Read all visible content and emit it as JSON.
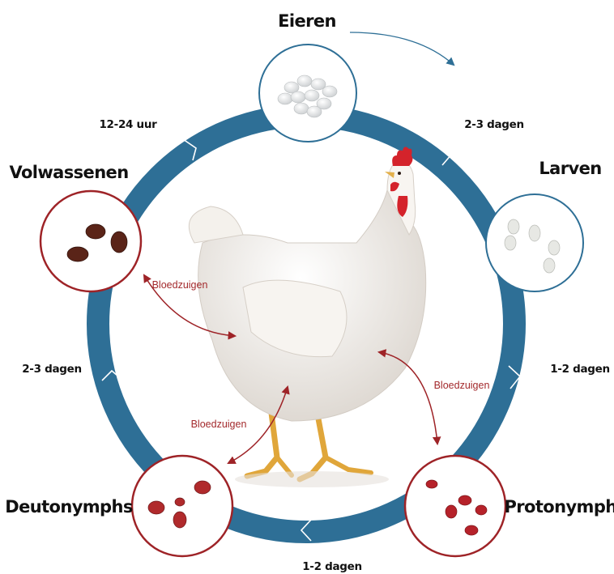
{
  "stages": {
    "eggs": "Eieren",
    "larvae": "Larven",
    "protonymphs": "Protonymphs",
    "deutonymphs": "Deutonymphs",
    "adults": "Volwassenen"
  },
  "durations": {
    "eggs_to_larvae": "2-3 dagen",
    "larvae_to_protonymphs": "1-2 dagen",
    "protonymphs_to_deutonymphs": "1-2 dagen",
    "deutonymphs_to_adults": "2-3 dagen",
    "adults_to_eggs": "12-24 uur"
  },
  "feeding": {
    "adults": "Bloedzuigen",
    "deutonymphs": "Bloedzuigen",
    "protonymphs": "Bloedzuigen"
  },
  "colors": {
    "cycle_ring": "#2e6f96",
    "stage_border_eggs": "#2e6f96",
    "stage_border_larvae": "#2e6f96",
    "stage_border_feeding": "#9e2327",
    "feeding_arrow": "#9e2327",
    "mite_adult": "#5a2418",
    "mite_nymph": "#b6222a",
    "hen": "#f5f2ee",
    "hen_comb": "#d4232b"
  },
  "icons": [
    "egg-cluster-icon",
    "larva-mite-icon",
    "protonymph-mite-icon",
    "deutonymph-mite-icon",
    "adult-mite-icon",
    "hen-illustration"
  ]
}
